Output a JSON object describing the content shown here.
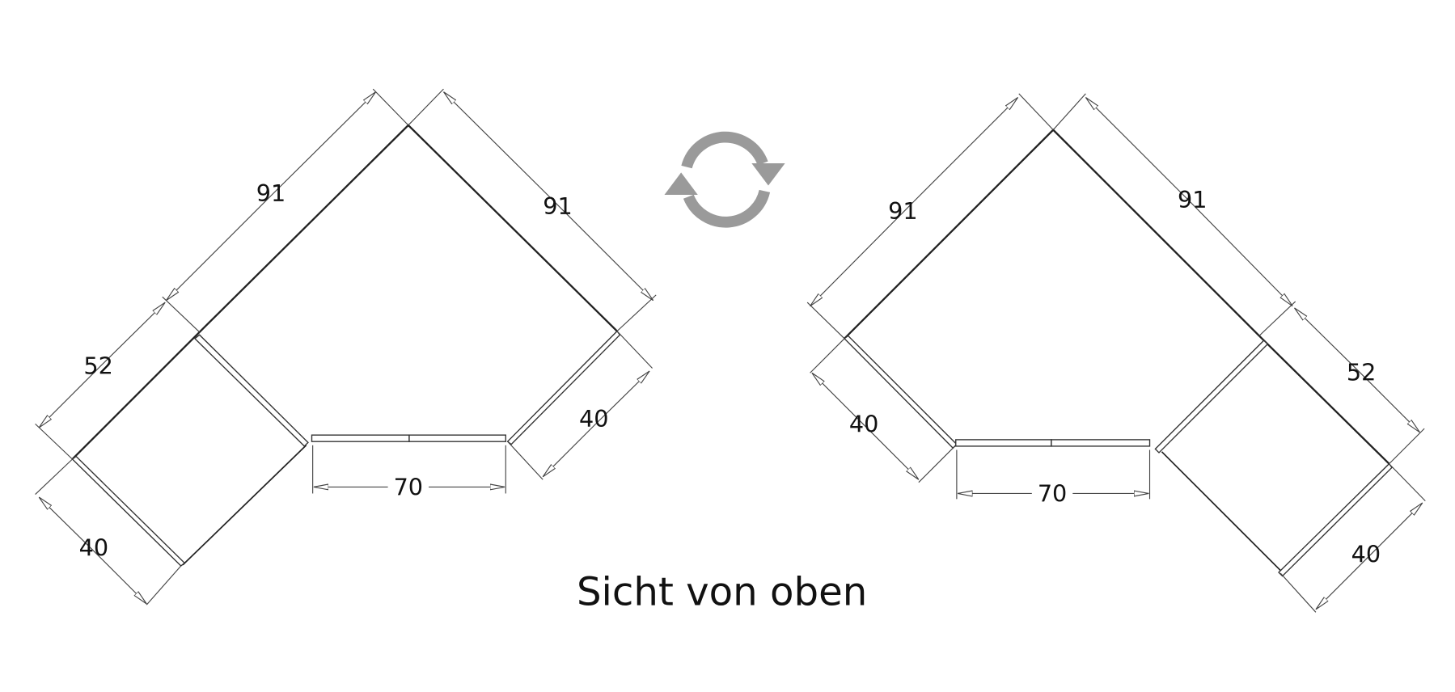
{
  "title": "Sicht von oben",
  "left_variant": {
    "top_left_length": "91",
    "top_right_length": "91",
    "side_cabinet_length": "52",
    "side_cabinet_depth": "40",
    "right_depth": "40",
    "front_width": "70"
  },
  "right_variant": {
    "top_left_length": "91",
    "top_right_length": "91",
    "side_cabinet_length": "52",
    "side_cabinet_depth": "40",
    "left_depth": "40",
    "front_width": "70"
  },
  "colors": {
    "lines": "#222222",
    "rotate_icon": "#9a9a9a"
  },
  "icons": {
    "rotate": "rotate-arrows-icon"
  }
}
